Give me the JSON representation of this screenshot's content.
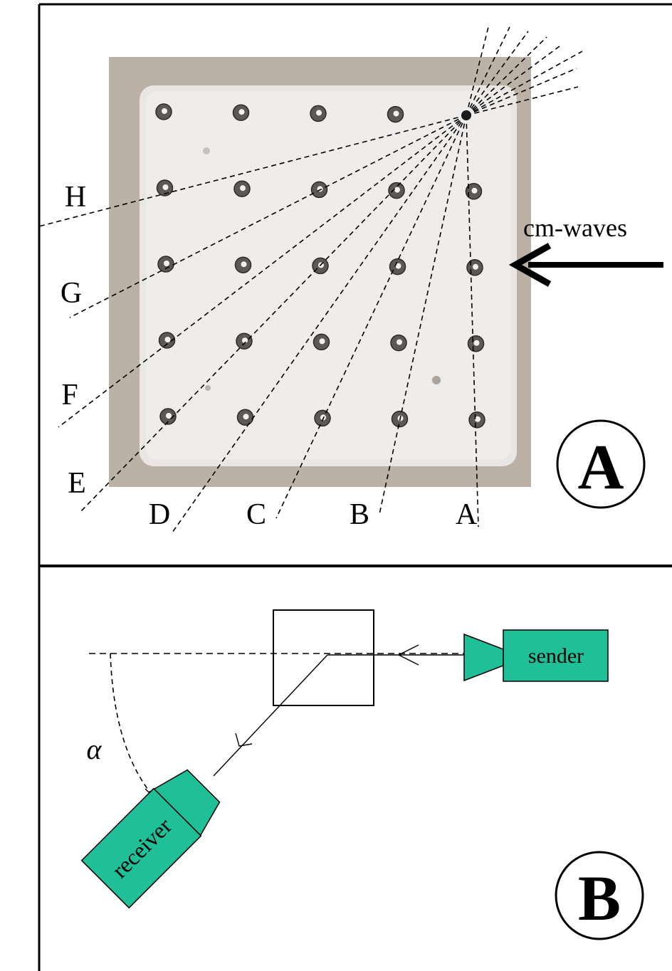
{
  "panel_a": {
    "badge": "A",
    "wave_label": "cm-waves",
    "direction_labels": [
      "A",
      "B",
      "C",
      "D",
      "E",
      "F",
      "G",
      "H"
    ],
    "grid_rows": 5,
    "grid_cols": 5
  },
  "panel_b": {
    "badge": "B",
    "sender_label": "sender",
    "receiver_label": "receiver",
    "angle_symbol": "α"
  },
  "colors": {
    "device": "#1fbf98",
    "plate": "#bcb1a6",
    "plate_inner": "#e8e4e1",
    "ink": "#000000"
  }
}
